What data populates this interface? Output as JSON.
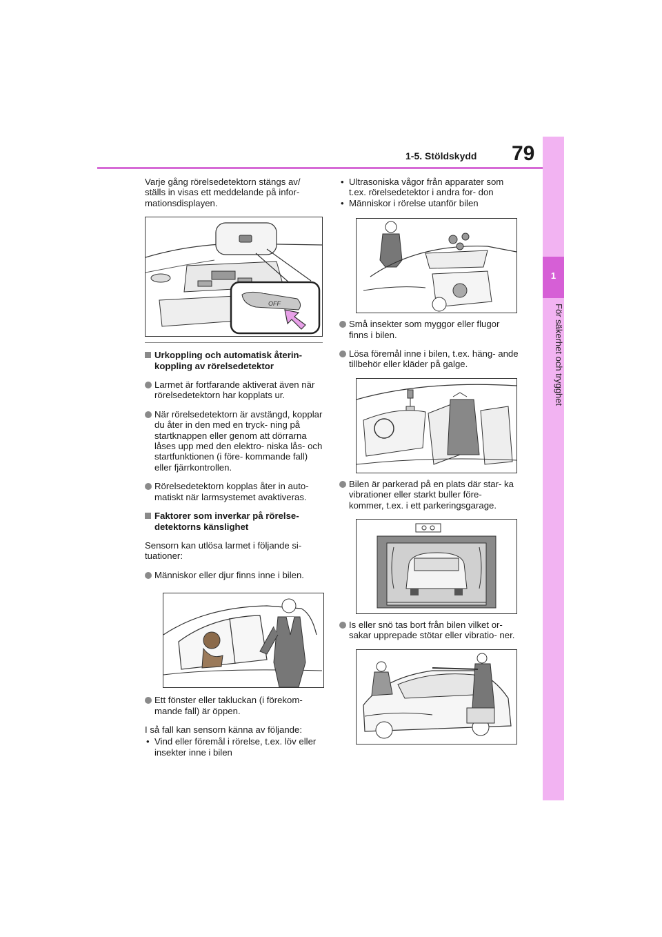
{
  "header": {
    "title": "1-5. Stöldskydd",
    "page_number": "79"
  },
  "side_tab": {
    "chapter_number": "1",
    "label": "För säkerhet och trygghet"
  },
  "left": {
    "intro": "Varje gång rörelsedetektorn stängs av/ ställs in visas ett meddelande på infor- mationsdisplayen.",
    "section1_heading": "Urkoppling och automatisk återin- koppling av rörelsedetektor",
    "section1_items": [
      "Larmet är fortfarande aktiverat även när rörelsedetektorn har kopplats ur.",
      "När rörelsedetektorn är avstängd, kopplar du åter in den med en tryck- ning på startknappen eller genom att dörrarna låses upp med den elektro- niska lås- och startfunktionen (i före- kommande fall) eller fjärrkontrollen.",
      "Rörelsedetektorn kopplas åter in auto- matiskt när larmsystemet avaktiveras."
    ],
    "section2_heading": "Faktorer som inverkar på rörelse- detektorns känslighet",
    "section2_intro": "Sensorn kan utlösa larmet i följande si- tuationer:",
    "section2_item1": "Människor eller djur finns inne i bilen.",
    "section2_item2": "Ett fönster eller takluckan (i förekom- mande fall) är öppen.",
    "section2_followup": "I så fall kan sensorn känna av följande:",
    "section2_sub1": "Vind eller föremål i rörelse, t.ex. löv eller insekter inne i bilen"
  },
  "right": {
    "sub2": "Ultrasoniska vågor från apparater som t.ex. rörelsedetektor i andra for- don",
    "sub3": "Människor i rörelse utanför bilen",
    "item3": "Små insekter som myggor eller flugor finns i bilen.",
    "item4": "Lösa föremål inne i bilen, t.ex. häng- ande tillbehör eller kläder på galge.",
    "item5": "Bilen är parkerad på en plats där star- ka vibrationer eller starkt buller före- kommer, t.ex. i ett parkeringsgarage.",
    "item6": "Is eller snö tas bort från bilen vilket or- sakar upprepade stötar eller vibratio- ner."
  },
  "figures": {
    "button_label": "OFF"
  },
  "colors": {
    "accent": "#d66ad6",
    "tab": "#f2b3f2",
    "tab_dark": "#d65fd6",
    "bullet": "#8a8a8a",
    "arrow": "#e8a0e8"
  }
}
